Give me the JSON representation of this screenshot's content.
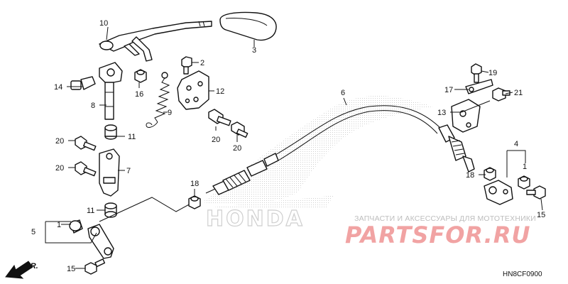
{
  "diagram": {
    "code": "HN8CF0900",
    "fr_label": "FR.",
    "callouts": [
      "10",
      "3",
      "2",
      "14",
      "16",
      "12",
      "9",
      "8",
      "11",
      "20",
      "20",
      "7",
      "20",
      "20",
      "18",
      "11",
      "5",
      "1",
      "15",
      "6",
      "19",
      "17",
      "21",
      "13",
      "4",
      "1",
      "18",
      "15"
    ]
  },
  "watermark": {
    "tagline": "ЗАПЧАСТИ И АКСЕССУАРЫ ДЛЯ МОТОТЕХНИКИ",
    "brand": "PARTSFOR.RU",
    "honda_text": "HONDA"
  },
  "colors": {
    "line": "#111111",
    "brand_watermark": "#f1a3a3",
    "background": "#ffffff"
  }
}
